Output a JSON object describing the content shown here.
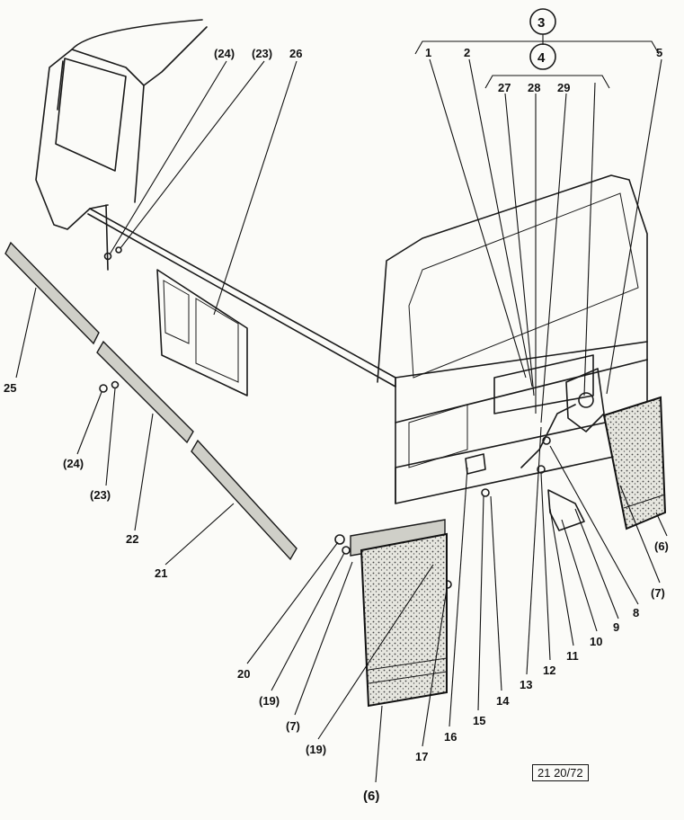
{
  "diagram": {
    "reference_code": "21 20/72",
    "assembly_callouts": {
      "group_3": "3",
      "group_4": "4"
    },
    "callouts": {
      "c1": "1",
      "c2": "2",
      "c5": "5",
      "c6": "(6)",
      "c6b": "(6)",
      "c7a": "(7)",
      "c7b": "(7)",
      "c8": "8",
      "c9": "9",
      "c10": "10",
      "c11": "11",
      "c12": "12",
      "c13": "13",
      "c14": "14",
      "c15": "15",
      "c16": "16",
      "c17": "17",
      "c19a": "(19)",
      "c19b": "(19)",
      "c20": "20",
      "c21": "21",
      "c22": "22",
      "c23a": "(23)",
      "c23b": "(23)",
      "c24a": "(24)",
      "c24b": "(24)",
      "c25": "25",
      "c26": "26",
      "c27": "27",
      "c28": "28",
      "c29": "29"
    }
  }
}
